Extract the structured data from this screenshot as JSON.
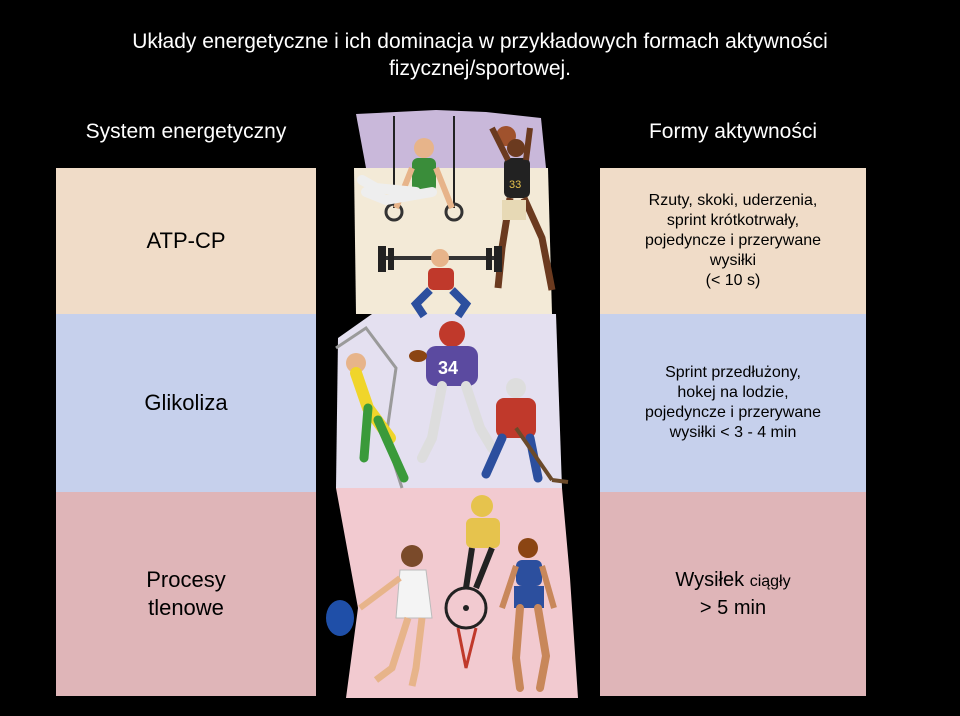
{
  "title": {
    "line1": "Układy energetyczne i ich dominacja w przykładowych formach aktywności",
    "line2": "fizycznej/sportowej."
  },
  "headers": {
    "left": "System energetyczny",
    "right": "Formy aktywności"
  },
  "rows": [
    {
      "system": [
        "ATP-CP"
      ],
      "forms": [
        "Rzuty, skoki, uderzenia,",
        "sprint krótkotrwały,",
        "pojedyncze i przerywane",
        "wysiłki",
        "(< 10 s)"
      ]
    },
    {
      "system": [
        "Glikoliza"
      ],
      "forms": [
        "Sprint przedłużony,",
        "hokej na lodzie,",
        "pojedyncze i przerywane",
        "wysiłki < 3 - 4 min"
      ]
    },
    {
      "system": [
        "Procesy",
        "tlenowe"
      ],
      "forms_big": "Wysiłek",
      "forms_small": "ciągły",
      "forms_line2": "> 5 min"
    }
  ],
  "colors": {
    "atp": "#f0dcc8",
    "glycolysis": "#c6d0ec",
    "aerobic": "#dfb5b8"
  },
  "illustration": {
    "icons": [
      "gymnast-rings-icon",
      "basketball-player-icon",
      "weightlifter-icon",
      "climber-icon",
      "football-player-icon",
      "hockey-player-icon",
      "tennis-player-icon",
      "cyclist-icon",
      "runner-icon"
    ]
  }
}
